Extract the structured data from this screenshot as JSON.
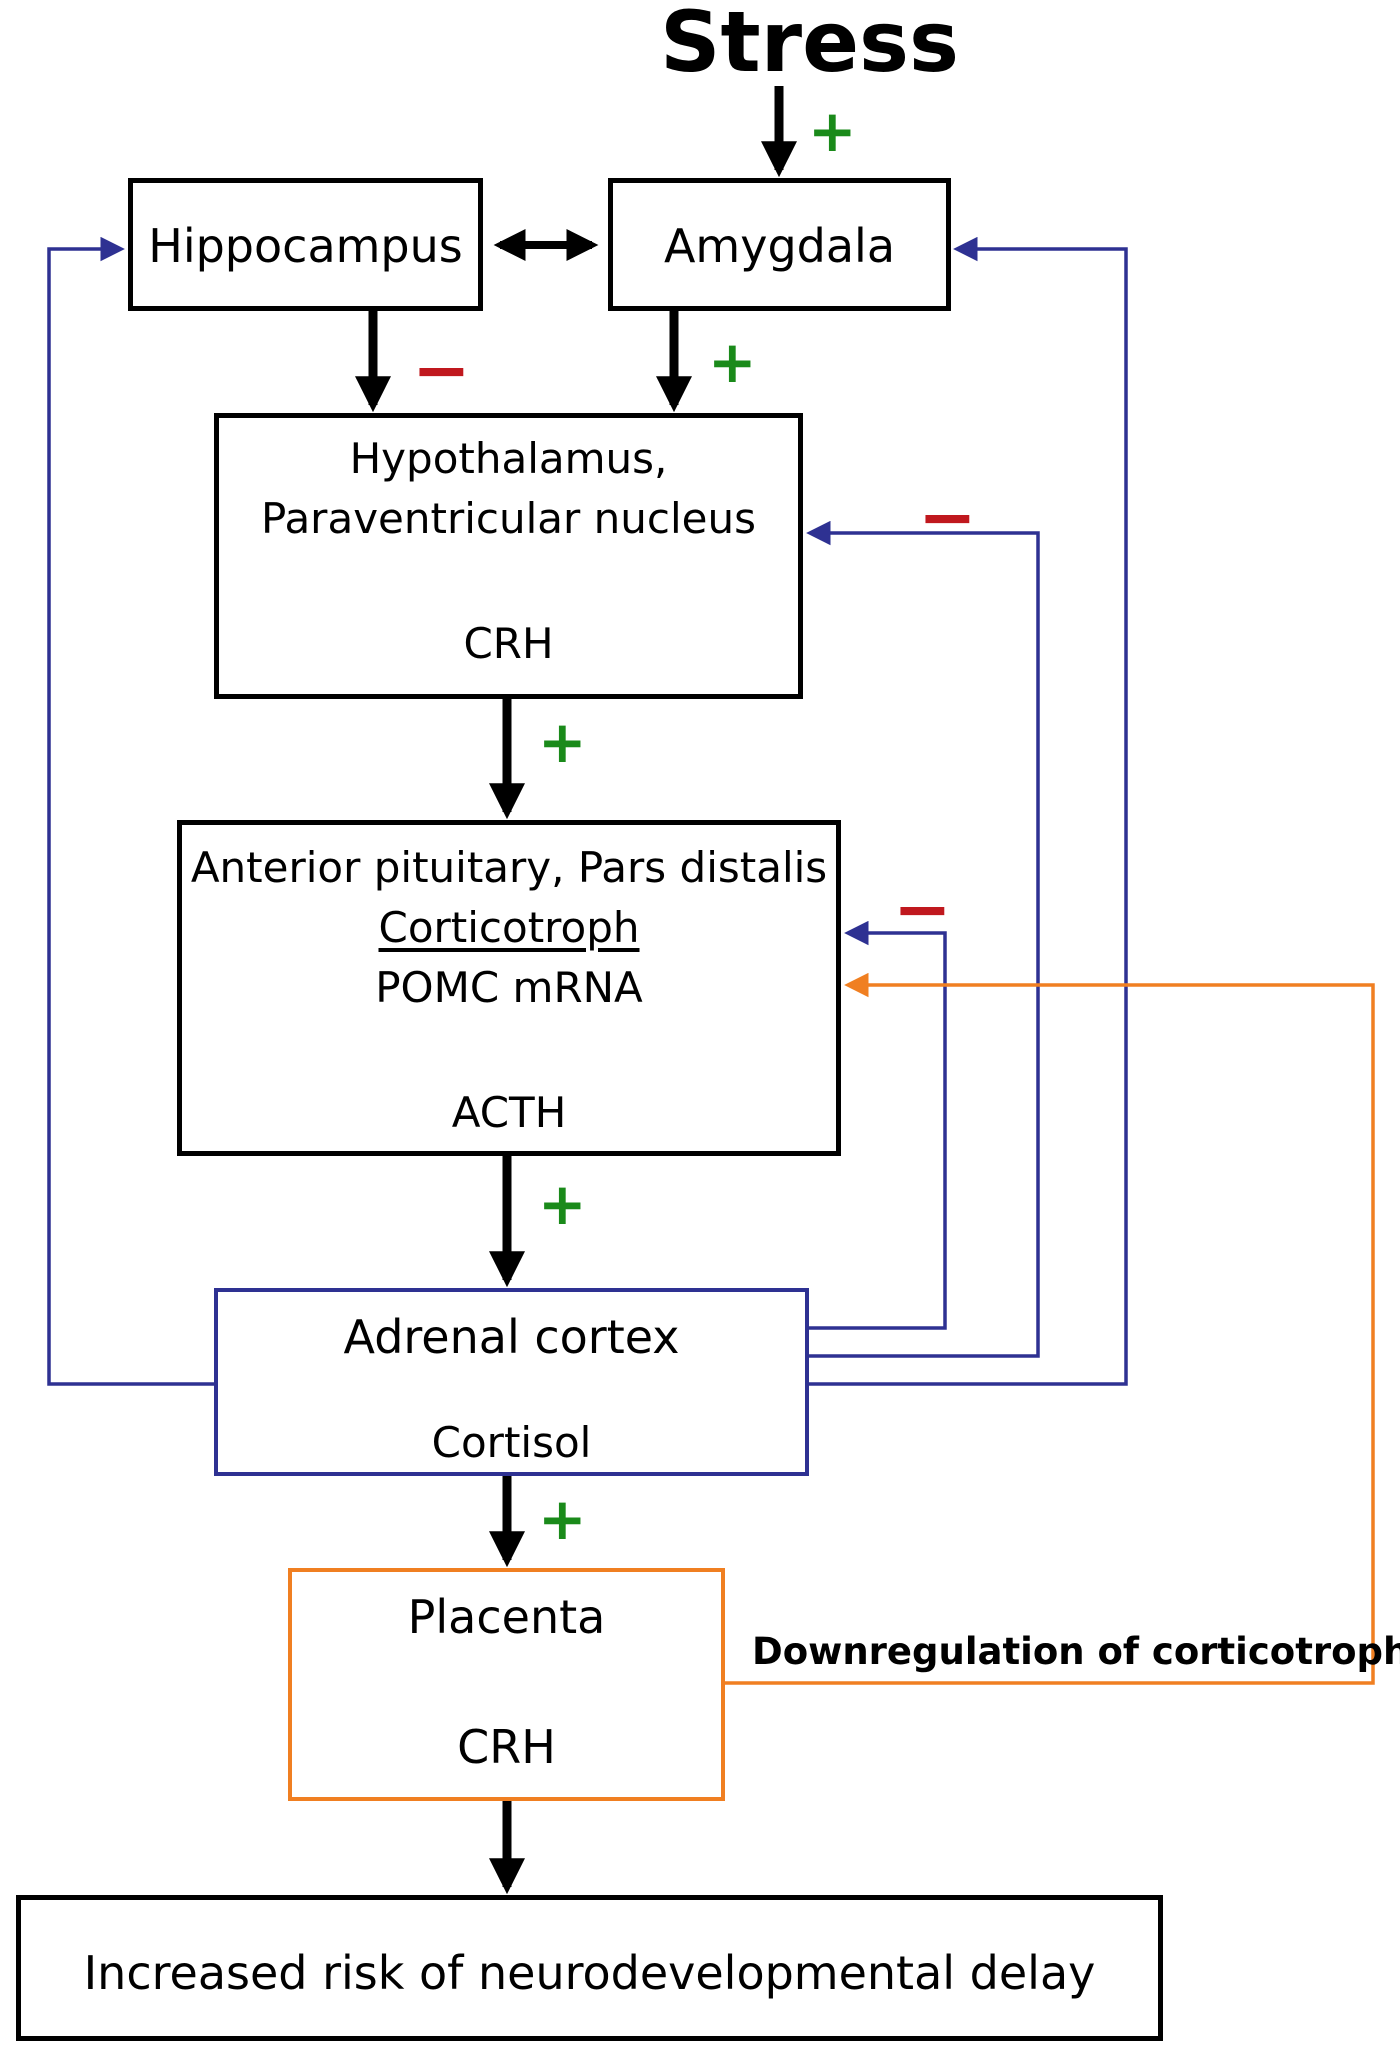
{
  "title": "Stress",
  "nodes": {
    "hippocampus": "Hippocampus",
    "amygdala": "Amygdala",
    "hypothalamus": {
      "line1": "Hypothalamus,",
      "line2": "Paraventricular nucleus",
      "product": "CRH"
    },
    "pituitary": {
      "line1": "Anterior pituitary, Pars distalis",
      "line2": "Corticotroph",
      "line3": "POMC mRNA",
      "product": "ACTH"
    },
    "adrenal": {
      "line1": "Adrenal cortex",
      "product": "Cortisol"
    },
    "placenta": {
      "line1": "Placenta",
      "product": "CRH"
    },
    "outcome": "Increased risk of neurodevelopmental delay"
  },
  "edge_labels": {
    "downregulation": "Downregulation of corticotrophs"
  },
  "signs": {
    "positive": "+",
    "negative": "−"
  },
  "colors": {
    "main_arrow": "#000000",
    "negative_feedback": "#2e3192",
    "placenta_feedback": "#f07f21",
    "positive_sign": "#1a8a1a",
    "negative_sign": "#c0181e"
  }
}
